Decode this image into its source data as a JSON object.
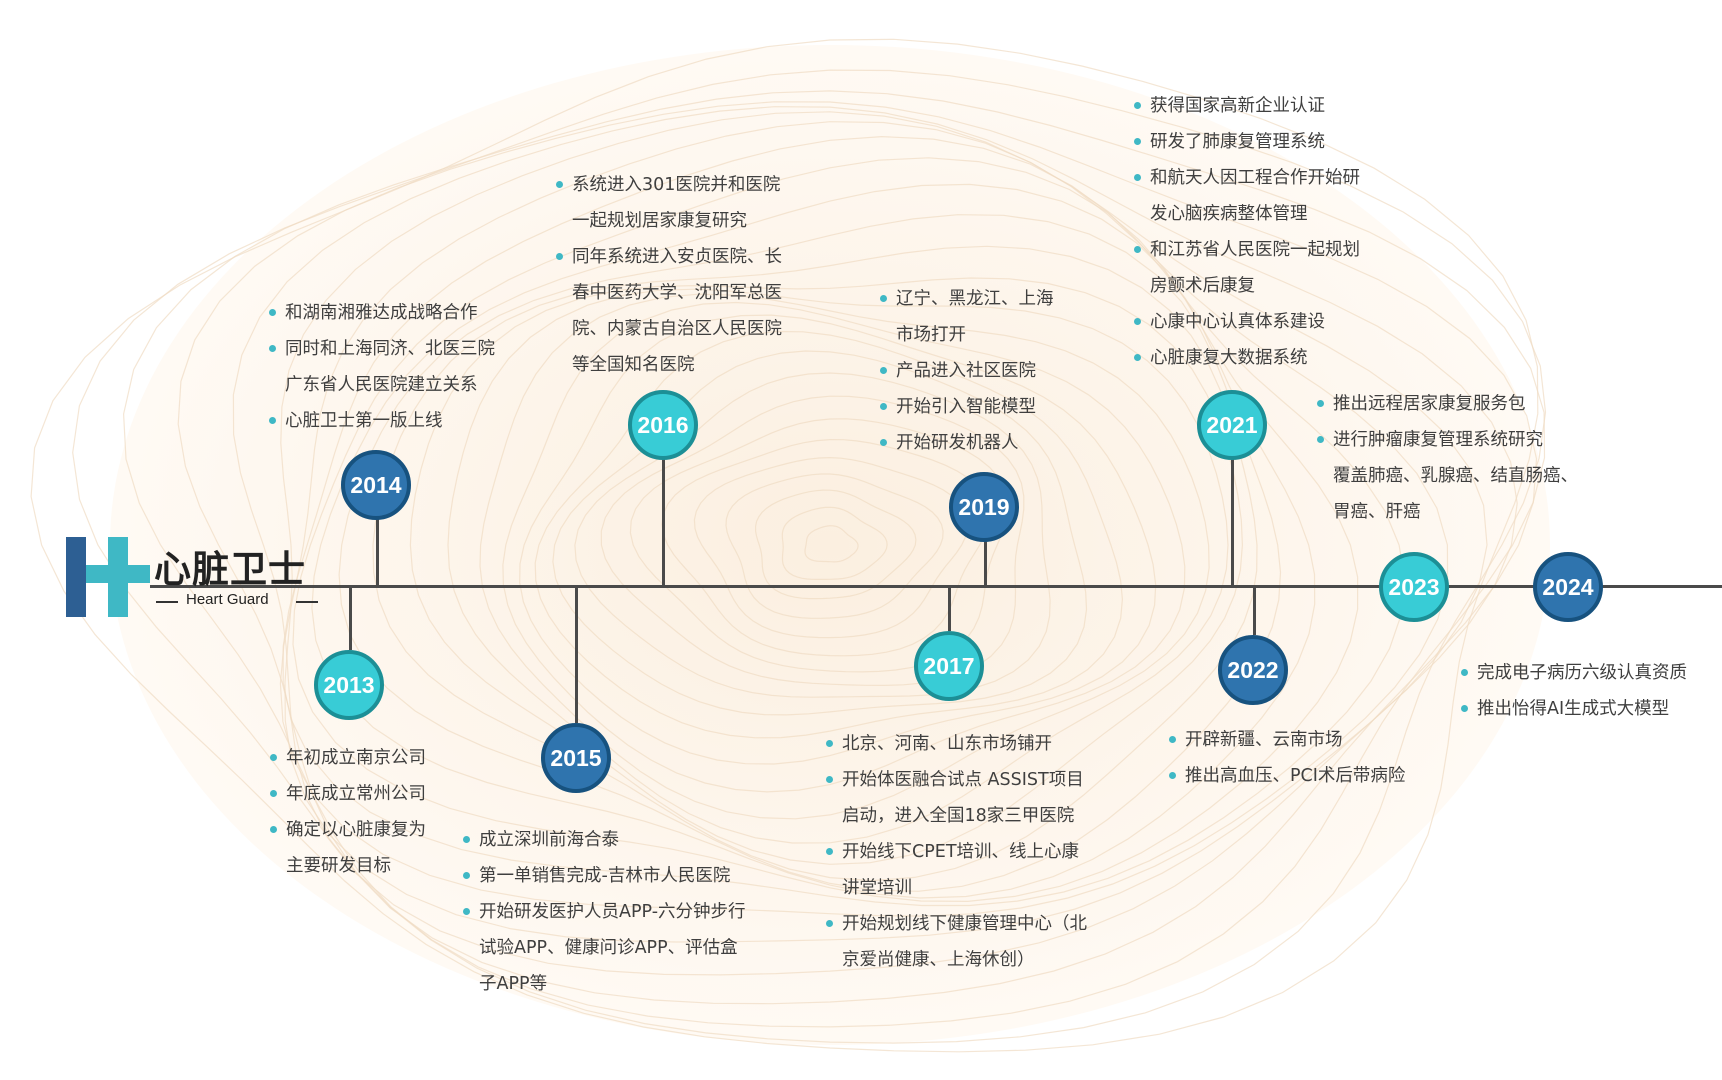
{
  "brand": {
    "name_cn": "心脏卫士",
    "name_en": "Heart Guard",
    "colors": {
      "dark_blue": "#2f74ae",
      "teal": "#38ccd6",
      "bullet": "#3fb8c5",
      "axis": "#4a4a4a"
    }
  },
  "timeline": [
    {
      "year": "2013",
      "items": [
        "年初成立南京公司",
        "年底成立常州公司",
        "确定以心脏康复为\n主要研发目标"
      ]
    },
    {
      "year": "2014",
      "items": [
        "和湖南湘雅达成战略合作",
        "同时和上海同济、北医三院\n广东省人民医院建立关系",
        "心脏卫士第一版上线"
      ]
    },
    {
      "year": "2015",
      "items": [
        "成立深圳前海合泰",
        "第一单销售完成-吉林市人民医院",
        "开始研发医护人员APP-六分钟步行\n试验APP、健康问诊APP、评估盒\n子APP等"
      ]
    },
    {
      "year": "2016",
      "items": [
        "系统进入301医院并和医院\n一起规划居家康复研究",
        "同年系统进入安贞医院、长\n春中医药大学、沈阳军总医\n院、内蒙古自治区人民医院\n等全国知名医院"
      ]
    },
    {
      "year": "2017",
      "items": [
        "北京、河南、山东市场铺开",
        "开始体医融合试点 ASSIST项目\n启动，进入全国18家三甲医院",
        "开始线下CPET培训、线上心康\n讲堂培训",
        "开始规划线下健康管理中心（北\n京爱尚健康、上海休创）"
      ]
    },
    {
      "year": "2019",
      "items": [
        "辽宁、黑龙江、上海\n市场打开",
        "产品进入社区医院",
        "开始引入智能模型",
        "开始研发机器人"
      ]
    },
    {
      "year": "2021",
      "items": [
        "获得国家高新企业认证",
        "研发了肺康复管理系统",
        "和航天人因工程合作开始研\n发心脑疾病整体管理",
        "和江苏省人民医院一起规划\n房颤术后康复",
        "心康中心认真体系建设",
        "心脏康复大数据系统"
      ]
    },
    {
      "year": "2022",
      "items": [
        "开辟新疆、云南市场",
        "推出高血压、PCI术后带病险"
      ]
    },
    {
      "year": "2023",
      "items": [
        "推出远程居家康复服务包",
        "进行肿瘤康复管理系统研究\n覆盖肺癌、乳腺癌、结直肠癌、\n胃癌、肝癌"
      ]
    },
    {
      "year": "2024",
      "items": [
        "完成电子病历六级认真资质",
        "推出怡得AI生成式大模型"
      ]
    }
  ]
}
